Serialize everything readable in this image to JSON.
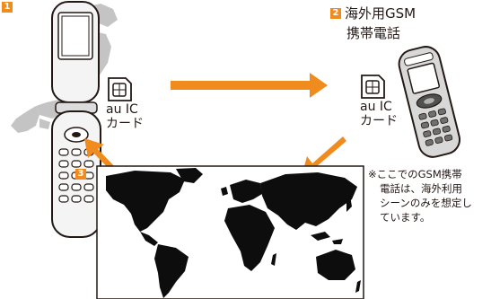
{
  "steps": {
    "step1": {
      "badge": "1"
    },
    "step2": {
      "badge": "2",
      "title_line1": "海外用GSM",
      "title_line2": "携帯電話"
    },
    "step3": {
      "badge": "3"
    }
  },
  "au_ic_card": {
    "line1": "au IC",
    "line2": "カード"
  },
  "note": {
    "line1": "※ここでのGSM携帯",
    "line2": "電話は、海外利用",
    "line3": "シーンのみを想定し",
    "line4": "ています。"
  },
  "colors": {
    "accent": "#f08c1e",
    "map_land": "#0d0d0d",
    "japan_map": "#c8c8c8"
  },
  "icons": [
    "flip-phone-icon",
    "gsm-phone-icon",
    "sim-card-icon",
    "arrow-icon",
    "world-map-icon",
    "japan-map-icon"
  ]
}
